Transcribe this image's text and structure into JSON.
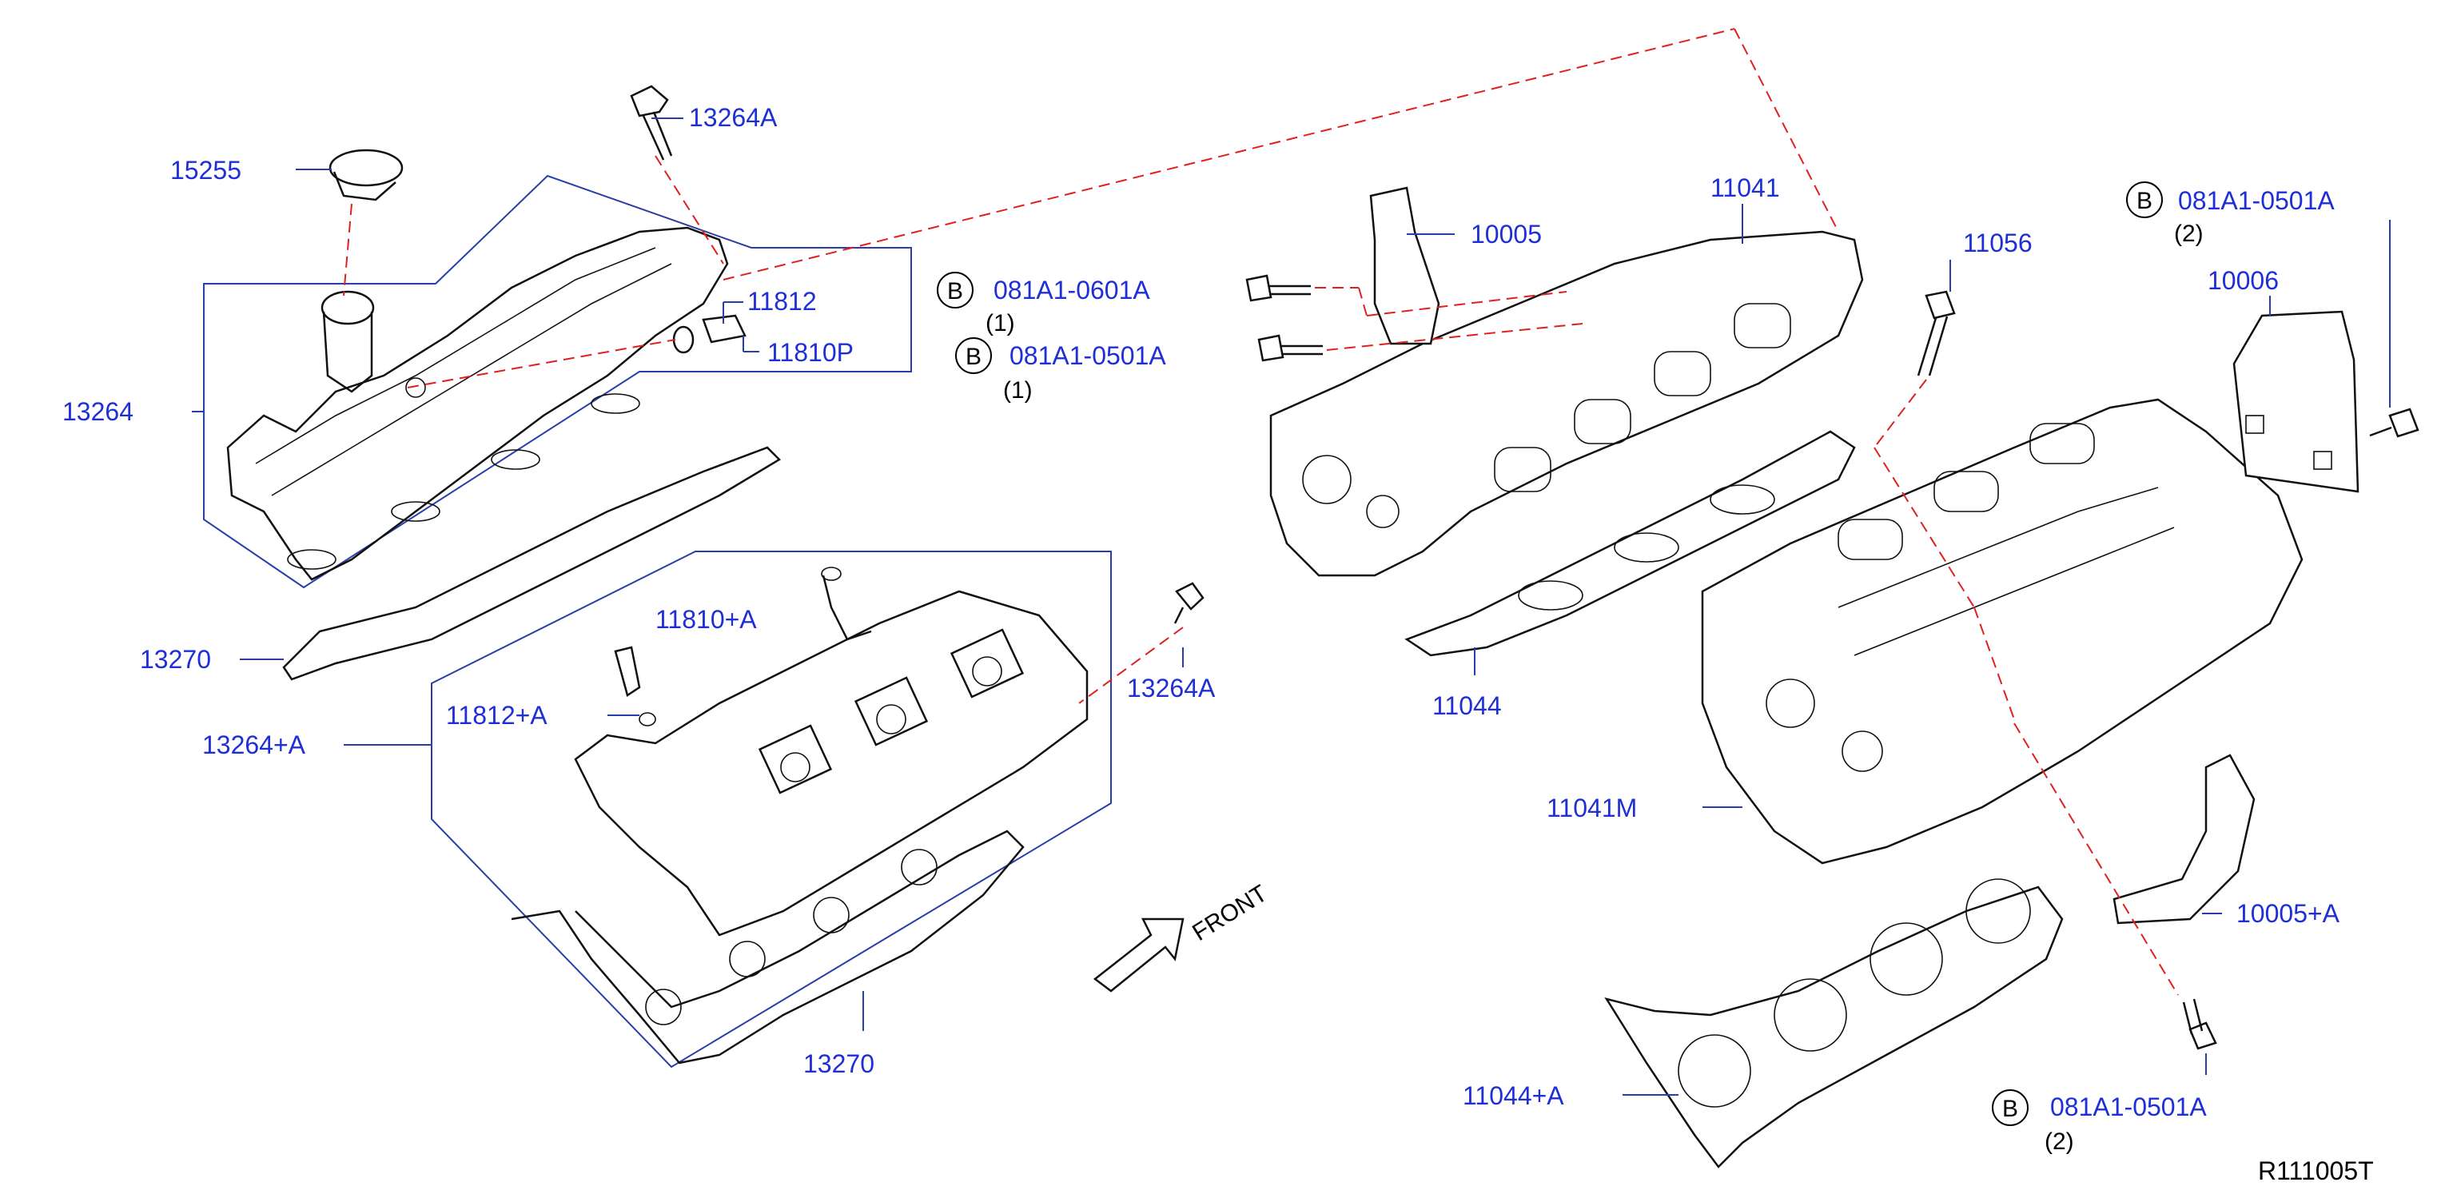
{
  "labels": {
    "p15255": "15255",
    "p13264A_top": "13264A",
    "p11812": "11812",
    "p11810P": "11810P",
    "p13264": "13264",
    "p13270_left": "13270",
    "p11810_partial": "11810+A",
    "p11812A": "11812+A",
    "p13264plusA": "13264+A",
    "p13264A_right": "13264A",
    "p13270_bottom": "13270",
    "b1_code": "081A1-0601A",
    "b1_qty": "(1)",
    "b2_code": "081A1-0501A",
    "b2_qty": "(1)",
    "p10005": "10005",
    "p11041": "11041",
    "p11056": "11056",
    "b3_code": "081A1-0501A",
    "b3_qty": "(2)",
    "p10006": "10006",
    "p11044": "11044",
    "p11041M": "11041M",
    "p10005A": "10005+A",
    "p11044A": "11044+A",
    "b4_code": "081A1-0501A",
    "b4_qty": "(2)",
    "front": "FRONT",
    "ref": "R111005T"
  },
  "b_marker": "B",
  "colors": {
    "label": "#1f2fd8",
    "leader": "#2a3ea8",
    "dashed": "#e02020",
    "part": "#111111"
  }
}
